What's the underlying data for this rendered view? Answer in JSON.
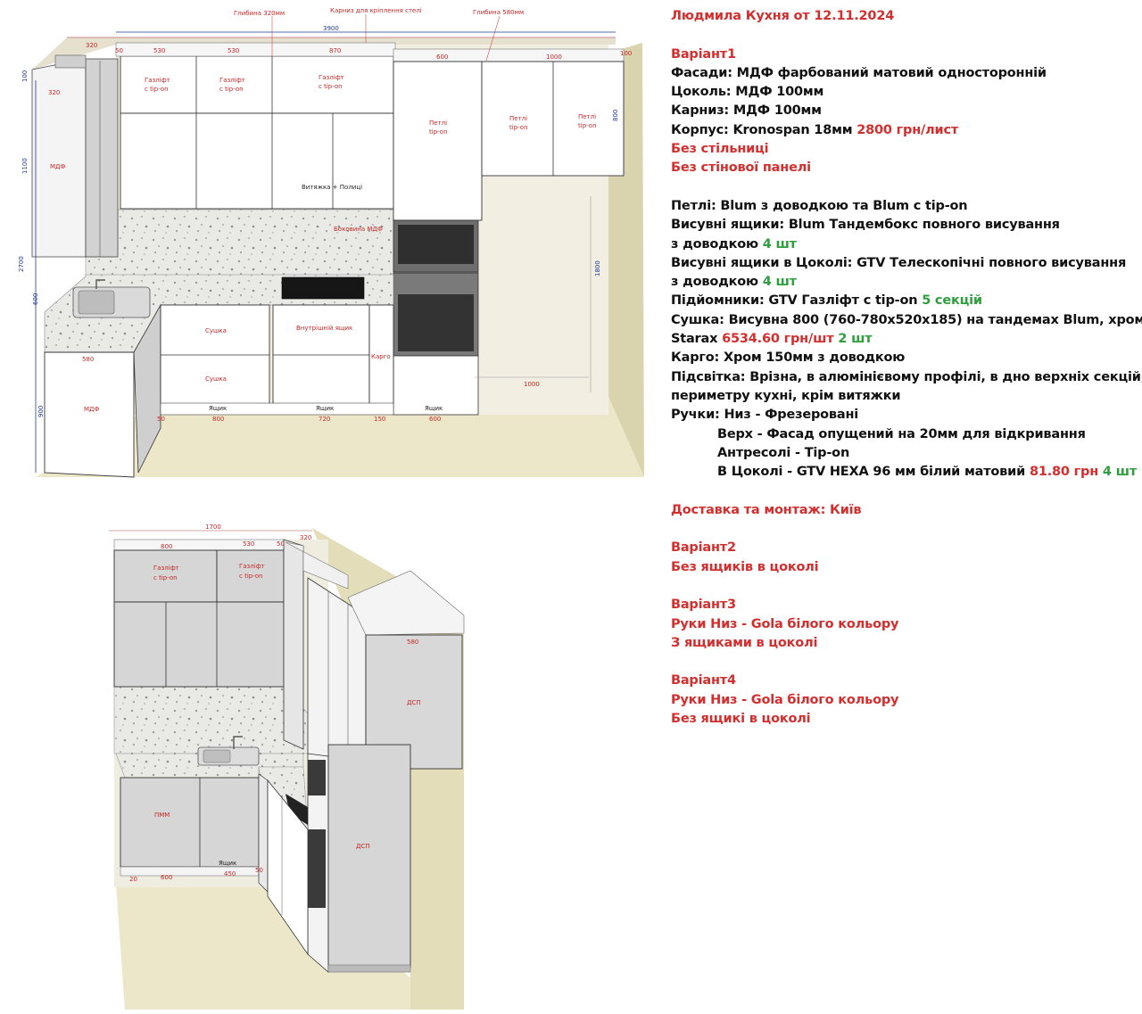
{
  "spec": {
    "title": "Людмила Кухня от 12.11.2024",
    "v1": {
      "heading": "Варіант1",
      "facades": "Фасади: МДФ фарбований матовий односторонній",
      "plinth": "Цоколь: МДФ 100мм",
      "cornice": "Карниз: МДФ 100мм",
      "body_prefix": "Корпус: Kronospan 18мм ",
      "body_price": "2800 грн/лист",
      "no_worktop": "Без стільниці",
      "no_panel": "Без стінової панелі",
      "hinges": "Петлі: Blum з доводкою та Blum с tip-on",
      "drawers_1": "Висувні ящики: Blum Тандембокс повного висування",
      "drawers_2_prefix": "з доводкою ",
      "drawers_2_qty": "4 шт",
      "plinth_drawers_1": "Висувні ящики в Цоколі: GTV Телескопічні повного висування",
      "plinth_drawers_2_prefix": "з доводкою ",
      "plinth_drawers_2_qty": "4 шт",
      "lifts_prefix": "Підйомники: GTV Газліфт с tip-on ",
      "lifts_qty": "5 секцій",
      "dryer_1": "Сушка: Висувна 800 (760-780х520х185) на тандемах Blum, хром",
      "dryer_2_prefix": "Starax ",
      "dryer_2_price": "6534.60 грн/шт",
      "dryer_2_qty": "2 шт",
      "cargo": "Карго: Хром 150мм з доводкою",
      "light_1": "Підсвітка: Врізна, в алюмінієвому профілі, в дно верхніх секцій, по",
      "light_2": "периметру кухні, крім витяжки",
      "handles_1": "Ручки: Низ - Фрезеровані",
      "handles_2": "Верх - Фасад опущений на 20мм для відкривання",
      "handles_3": "Антресолі - Tip-on",
      "handles_4_prefix": "В Цоколі - GTV HEXA 96 мм білий матовий ",
      "handles_4_price": "81.80 грн",
      "handles_4_qty": "4 шт",
      "delivery": "Доставка та монтаж: Київ"
    },
    "v2": {
      "heading": "Варіант2",
      "text": "Без ящиків в цоколі"
    },
    "v3": {
      "heading": "Варіант3",
      "text1": "Руки Низ - Gola білого кольору",
      "text2": "З ящиками в цоколі"
    },
    "v4": {
      "heading": "Варіант4",
      "text1": "Руки Низ - Gola білого кольору",
      "text2": "Без ящикі в цоколі"
    }
  },
  "top_view": {
    "notes": {
      "depth320": "Глибина 320мм",
      "cornice": "Карниз для кріплення стелі",
      "depth580": "Глибина 580мм"
    },
    "dims": {
      "d3900": "3900",
      "d320a": "320",
      "d320b": "320",
      "d50a": "50",
      "d530a": "530",
      "d530b": "530",
      "d870": "870",
      "d600a": "600",
      "d1000a": "1000",
      "d100a": "100",
      "d100b": "100",
      "d800v": "800",
      "d1100": "1100",
      "d2700": "2700",
      "d600v": "600",
      "d900": "900",
      "d1800": "1800",
      "d580": "580",
      "d50b": "50",
      "d800": "800",
      "d720": "720",
      "d150": "150",
      "d600b": "600",
      "d1000b": "1000"
    },
    "labels": {
      "mdf_upper": "МДФ",
      "mdf_lower": "МДФ",
      "gaslift1_a": "Газліфт",
      "gaslift1_b": "с tip-on",
      "gaslift2_a": "Газліфт",
      "gaslift2_b": "с tip-on",
      "gaslift3_a": "Газліфт",
      "gaslift3_b": "с tip-on",
      "hinges1_a": "Петлі",
      "hinges1_b": "tip-on",
      "hinges2_a": "Петлі",
      "hinges2_b": "tip-on",
      "hinges3_a": "Петлі",
      "hinges3_b": "tip-on",
      "hood": "Витяжка + Полиці",
      "side_mdf": "Боковина МДФ",
      "dryer1": "Сушка",
      "dryer2": "Сушка",
      "inner_drawer": "Внутрішній ящик",
      "cargo": "Карго",
      "drawer1": "Ящик",
      "drawer2": "Ящик",
      "drawer3": "Ящик"
    }
  },
  "bottom_view": {
    "dims": {
      "d1700": "1700",
      "d800": "800",
      "d530": "530",
      "d50a": "50",
      "d320": "320",
      "d580": "580",
      "d20": "20",
      "d600": "600",
      "d450": "450",
      "d50b": "50"
    },
    "labels": {
      "gaslift1_a": "Газліфт",
      "gaslift1_b": "с tip-on",
      "gaslift2_a": "Газліфт",
      "gaslift2_b": "с tip-on",
      "dsp1": "ДСП",
      "dsp2": "ДСП",
      "pmm": "ПММ",
      "drawer": "Ящик"
    }
  }
}
